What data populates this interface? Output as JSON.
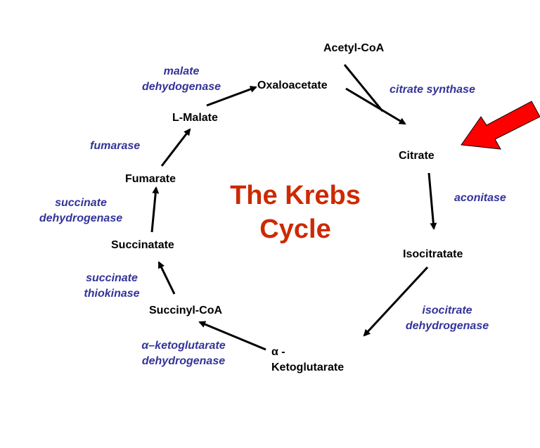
{
  "title": {
    "line1": "The Krebs",
    "line2": "Cycle"
  },
  "intermediates": {
    "acetyl_coa": "Acetyl-CoA",
    "oxaloacetate": "Oxaloacetate",
    "citrate": "Citrate",
    "isocitrate": "Isocitratate",
    "alpha_kg_line1": "α -",
    "alpha_kg_line2": "Ketoglutarate",
    "succinyl_coa": "Succinyl-CoA",
    "succinate": "Succinatate",
    "fumarate": "Fumarate",
    "l_malate": "L-Malate"
  },
  "enzymes": {
    "citrate_synthase": "citrate synthase",
    "aconitase": "aconitase",
    "isocitrate_dh_line1": "isocitrate",
    "isocitrate_dh_line2": "dehydrogenase",
    "akg_dh_line1": "α–ketoglutarate",
    "akg_dh_line2": "dehydrogenase",
    "succ_thiokinase_line1": "succinate",
    "succ_thiokinase_line2": "thiokinase",
    "succinate_dh_line1": "succinate",
    "succinate_dh_line2": "dehydrogenase",
    "fumarase": "fumarase",
    "malate_dh_line1": "malate",
    "malate_dh_line2": "dehydogenase"
  },
  "colors": {
    "title": "#cc2a00",
    "enzyme": "#33339a",
    "highlight_arrow": "#ff0000",
    "arrow": "#000000"
  }
}
